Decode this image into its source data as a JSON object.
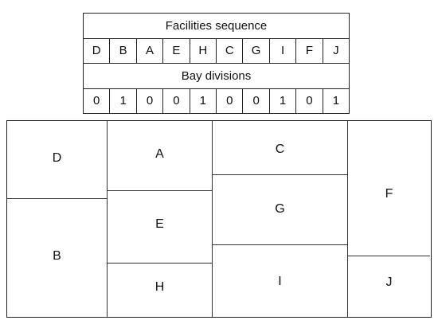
{
  "encoding": {
    "sequence_title": "Facilities sequence",
    "sequence": [
      "D",
      "B",
      "A",
      "E",
      "H",
      "C",
      "G",
      "I",
      "F",
      "J"
    ],
    "divisions_title": "Bay divisions",
    "divisions": [
      "0",
      "1",
      "0",
      "0",
      "1",
      "0",
      "0",
      "1",
      "0",
      "1"
    ]
  },
  "layout": {
    "facilities": {
      "D": "D",
      "B": "B",
      "A": "A",
      "E": "E",
      "H": "H",
      "C": "C",
      "G": "G",
      "I": "I",
      "F": "F",
      "J": "J"
    }
  }
}
